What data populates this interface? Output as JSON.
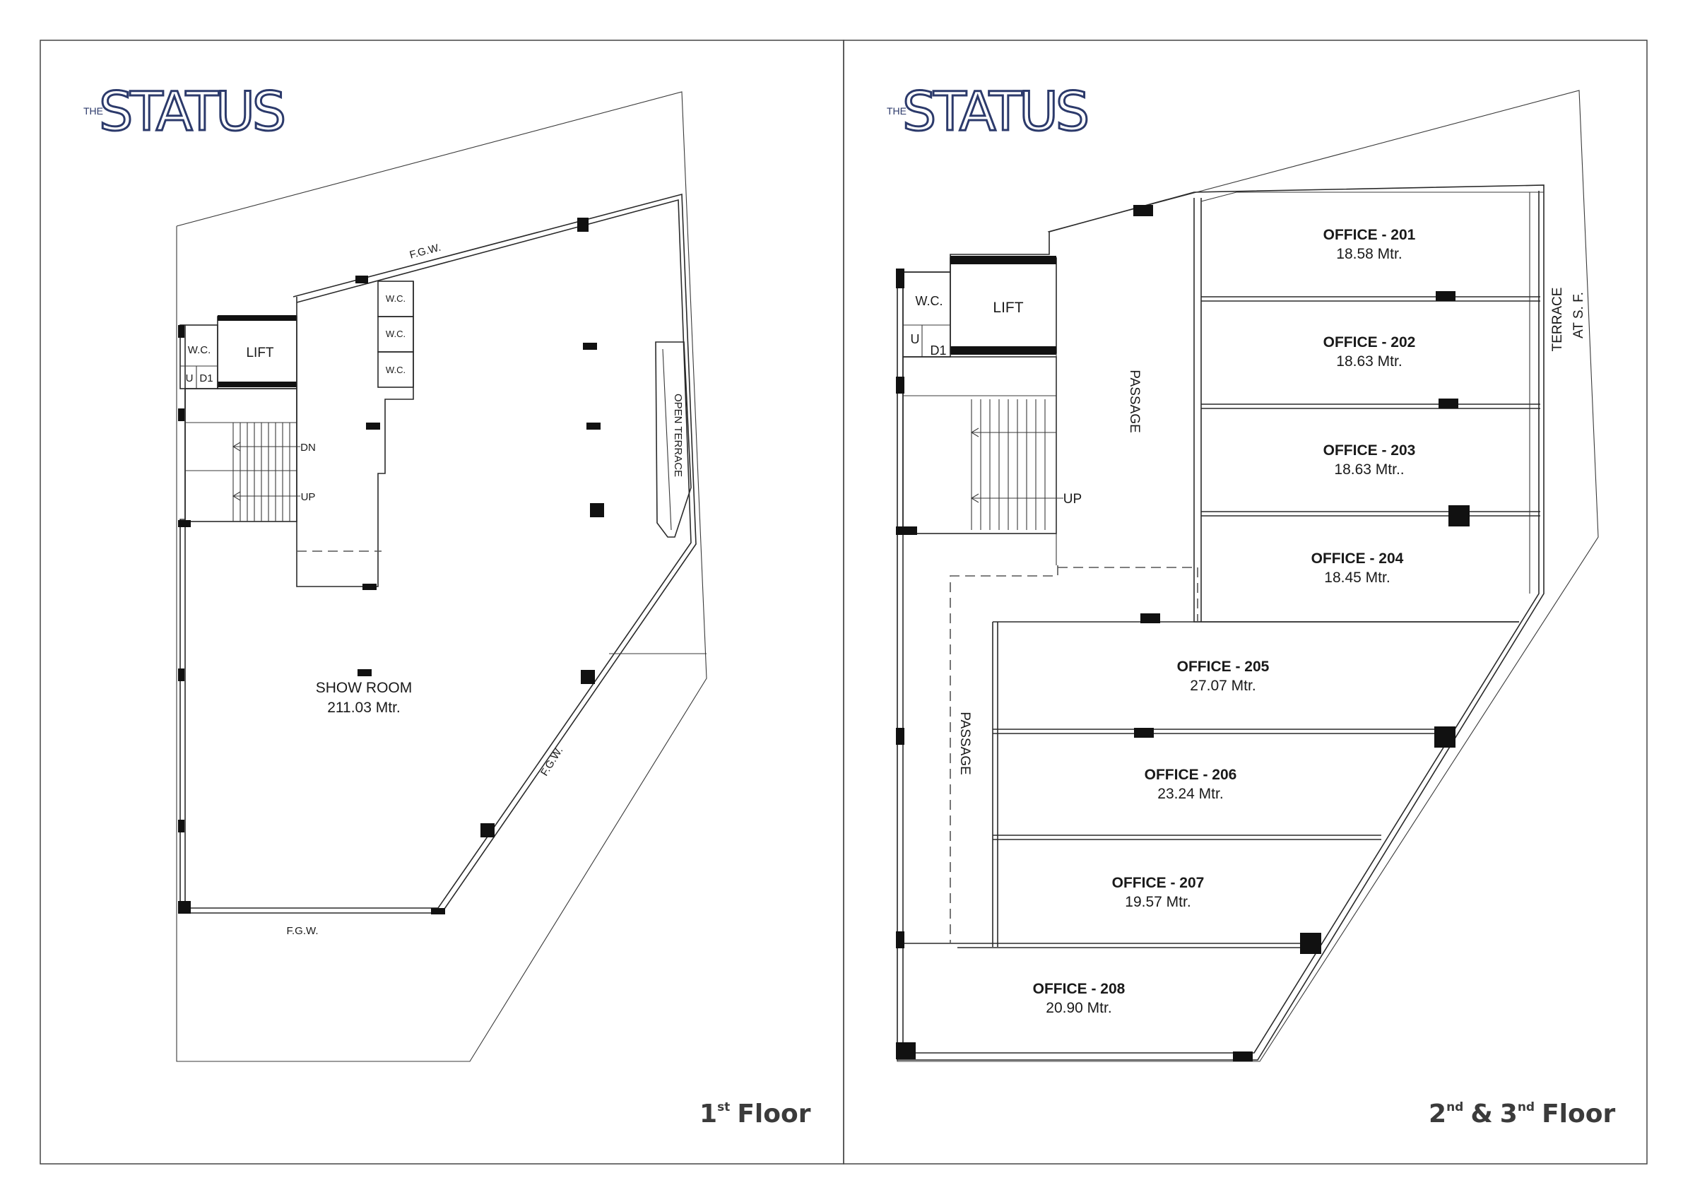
{
  "brand": {
    "prefix": "THE",
    "name": "STATUS"
  },
  "colors": {
    "brand": "#2c3a6b",
    "line": "#2a2a2a",
    "column": "#111111"
  },
  "left_plan": {
    "floor_number": "1",
    "floor_suffix": "st",
    "floor_word": "Floor",
    "rooms": [
      {
        "name": "SHOW ROOM",
        "area": "211.03 Mtr."
      }
    ],
    "labels": {
      "fgw_top": "F.G.W.",
      "fgw_diag": "F.G.W.",
      "fgw_bottom": "F.G.W.",
      "open_terrace": "OPEN TERRACE",
      "lift": "LIFT",
      "wc": "W.C.",
      "u": "U",
      "d1": "D1",
      "dn": "DN",
      "up": "UP",
      "wc_a": "W.C.",
      "wc_b": "W.C.",
      "wc_c": "W.C."
    }
  },
  "right_plan": {
    "floor_number_a": "2",
    "floor_suffix_a": "nd",
    "floor_amp": "&",
    "floor_number_b": "3",
    "floor_suffix_b": "nd",
    "floor_word": "Floor",
    "offices": [
      {
        "name": "OFFICE - 201",
        "area": "18.58 Mtr."
      },
      {
        "name": "OFFICE - 202",
        "area": "18.63 Mtr."
      },
      {
        "name": "OFFICE - 203",
        "area": "18.63 Mtr.."
      },
      {
        "name": "OFFICE - 204",
        "area": "18.45 Mtr."
      },
      {
        "name": "OFFICE - 205",
        "area": "27.07 Mtr."
      },
      {
        "name": "OFFICE - 206",
        "area": "23.24 Mtr."
      },
      {
        "name": "OFFICE - 207",
        "area": "19.57 Mtr."
      },
      {
        "name": "OFFICE - 208",
        "area": "20.90 Mtr."
      }
    ],
    "labels": {
      "passage_top": "PASSAGE",
      "passage_side": "PASSAGE",
      "terrace_line1": "TERRACE",
      "terrace_line2": "AT S. F.",
      "lift": "LIFT",
      "wc": "W.C.",
      "u": "U",
      "d1": "D1",
      "up": "UP"
    }
  }
}
